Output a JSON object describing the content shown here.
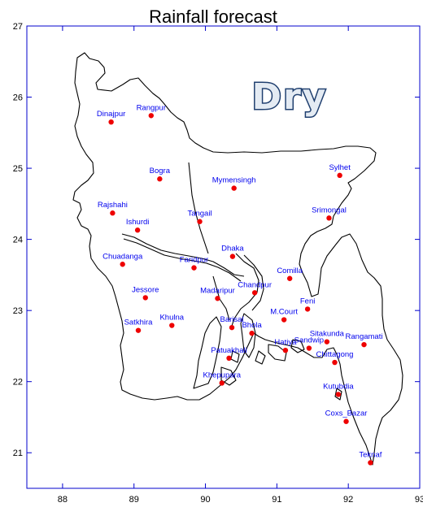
{
  "title": "Rainfall forecast",
  "badge": {
    "text": "Dry",
    "fill": "#e4ebf3",
    "stroke": "#1f3f6f"
  },
  "colors": {
    "frame": "#0000cc",
    "station": "#ee0000",
    "label": "#0000ee",
    "outline": "#000000"
  },
  "axes": {
    "xlim": [
      87.5,
      93.0
    ],
    "ylim": [
      20.5,
      27.0
    ],
    "x_ticks": [
      88,
      89,
      90,
      91,
      92,
      93
    ],
    "y_ticks": [
      21,
      22,
      23,
      24,
      25,
      26,
      27
    ],
    "x_tick_labels": [
      "88",
      "89",
      "90",
      "91",
      "92",
      "93"
    ],
    "y_tick_labels": [
      "21",
      "22",
      "23",
      "24",
      "25",
      "26",
      "27"
    ]
  },
  "stations": [
    {
      "name": "Dinajpur",
      "lon": 88.68,
      "lat": 25.65
    },
    {
      "name": "Rangpur",
      "lon": 89.24,
      "lat": 25.74
    },
    {
      "name": "Sylhet",
      "lon": 91.88,
      "lat": 24.9
    },
    {
      "name": "Bogra",
      "lon": 89.36,
      "lat": 24.85
    },
    {
      "name": "Mymensingh",
      "lon": 90.4,
      "lat": 24.72
    },
    {
      "name": "Rajshahi",
      "lon": 88.7,
      "lat": 24.37
    },
    {
      "name": "Srimongal",
      "lon": 91.73,
      "lat": 24.3
    },
    {
      "name": "Ishurdi",
      "lon": 89.05,
      "lat": 24.13
    },
    {
      "name": "Tangail",
      "lon": 89.92,
      "lat": 24.25
    },
    {
      "name": "Dhaka",
      "lon": 90.38,
      "lat": 23.76
    },
    {
      "name": "Chuadanga",
      "lon": 88.84,
      "lat": 23.65
    },
    {
      "name": "Faridpur",
      "lon": 89.84,
      "lat": 23.6
    },
    {
      "name": "Comilla",
      "lon": 91.18,
      "lat": 23.45
    },
    {
      "name": "Chandpur",
      "lon": 90.69,
      "lat": 23.25
    },
    {
      "name": "Jessore",
      "lon": 89.16,
      "lat": 23.18
    },
    {
      "name": "Madaripur",
      "lon": 90.17,
      "lat": 23.17
    },
    {
      "name": "Feni",
      "lon": 91.43,
      "lat": 23.02
    },
    {
      "name": "M.Court",
      "lon": 91.1,
      "lat": 22.87
    },
    {
      "name": "Khulna",
      "lon": 89.53,
      "lat": 22.79
    },
    {
      "name": "Satkhira",
      "lon": 89.06,
      "lat": 22.72
    },
    {
      "name": "Barisal",
      "lon": 90.37,
      "lat": 22.76
    },
    {
      "name": "Bhola",
      "lon": 90.65,
      "lat": 22.68
    },
    {
      "name": "Sitakunda",
      "lon": 91.7,
      "lat": 22.56
    },
    {
      "name": "Rangamati",
      "lon": 92.22,
      "lat": 22.52
    },
    {
      "name": "Sandwip",
      "lon": 91.45,
      "lat": 22.47
    },
    {
      "name": "Hatiya",
      "lon": 91.12,
      "lat": 22.44
    },
    {
      "name": "Patuakhali",
      "lon": 90.33,
      "lat": 22.33
    },
    {
      "name": "Chittagong",
      "lon": 91.81,
      "lat": 22.27
    },
    {
      "name": "Khepupara",
      "lon": 90.23,
      "lat": 21.98
    },
    {
      "name": "Kutubdia",
      "lon": 91.86,
      "lat": 21.82
    },
    {
      "name": "Coxs_Bazar",
      "lon": 91.97,
      "lat": 21.44
    },
    {
      "name": "Teknaf",
      "lon": 92.31,
      "lat": 20.86
    }
  ]
}
